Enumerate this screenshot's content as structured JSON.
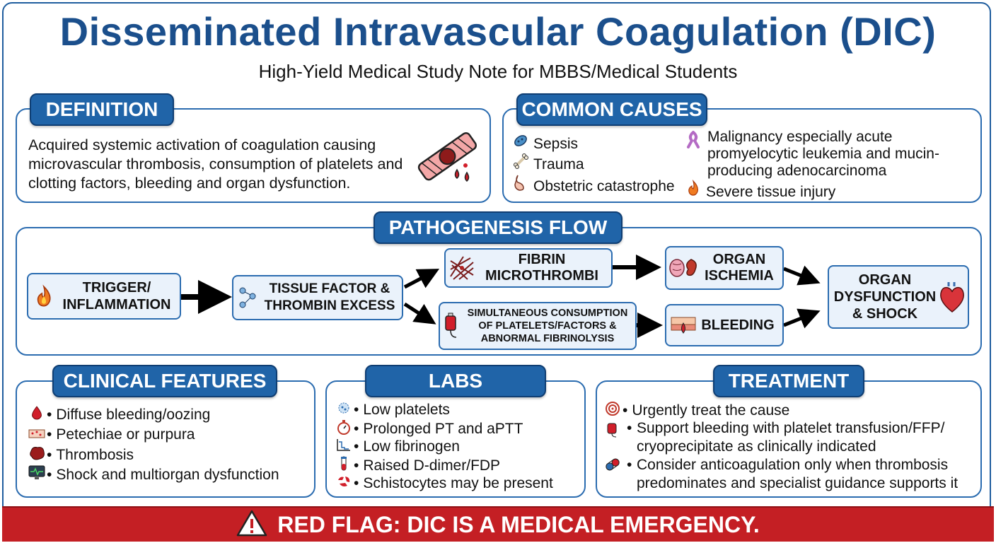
{
  "header": {
    "title": "Disseminated Intravascular Coagulation (DIC)",
    "subtitle": "High-Yield Medical Study Note for MBBS/Medical Students"
  },
  "definition": {
    "heading": "DEFINITION",
    "text": "Acquired systemic activation of coagulation causing microvascular thrombosis, consumption of platelets and clotting factors, bleeding and organ dysfunction.",
    "icon": "blood-vessel-clot-icon"
  },
  "causes": {
    "heading": "COMMON CAUSES",
    "left": [
      {
        "label": "Sepsis",
        "icon": "bacteria-icon"
      },
      {
        "label": "Trauma",
        "icon": "bone-icon"
      },
      {
        "label": "Obstetric catastrophe",
        "icon": "pregnancy-icon"
      }
    ],
    "right": [
      {
        "label": "Malignancy especially acute promyelocytic leukemia and mucin-producing adenocarcinoma",
        "icon": "cancer-ribbon-icon"
      },
      {
        "label": "Severe tissue injury",
        "icon": "fire-icon"
      }
    ]
  },
  "pathogenesis": {
    "heading": "PATHOGENESIS FLOW",
    "steps": {
      "trigger": "TRIGGER/ INFLAMMATION",
      "tissue_factor": "TISSUE FACTOR & THROMBIN EXCESS",
      "fibrin": "FIBRIN MICROTHROMBI",
      "consumption": "SIMULTANEOUS CONSUMPTION OF PLATELETS/FACTORS & ABNORMAL FIBRINOLYSIS",
      "ischemia": "ORGAN ISCHEMIA",
      "bleeding": "BLEEDING",
      "dysfunction": "ORGAN DYSFUNCTION & SHOCK"
    }
  },
  "clinical": {
    "heading": "CLINICAL FEATURES",
    "items": [
      {
        "label": "Diffuse bleeding/oozing",
        "icon": "blood-drop-icon"
      },
      {
        "label": "Petechiae or purpura",
        "icon": "skin-rash-icon"
      },
      {
        "label": "Thrombosis",
        "icon": "clot-icon"
      },
      {
        "label": "Shock and multiorgan dysfunction",
        "icon": "monitor-icon"
      }
    ]
  },
  "labs": {
    "heading": "LABS",
    "items": [
      {
        "label": "Low platelets",
        "icon": "platelet-icon"
      },
      {
        "label": "Prolonged PT and aPTT",
        "icon": "stopwatch-icon"
      },
      {
        "label": "Low fibrinogen",
        "icon": "graph-icon"
      },
      {
        "label": "Raised D-dimer/FDP",
        "icon": "test-tube-icon"
      },
      {
        "label": "Schistocytes may be present",
        "icon": "red-cell-icon"
      }
    ]
  },
  "treatment": {
    "heading": "TREATMENT",
    "items": [
      {
        "label": "Urgently treat the cause",
        "icon": "target-icon"
      },
      {
        "label": "Support bleeding with platelet transfusion/FFP/ cryoprecipitate as clinically indicated",
        "icon": "blood-bag-icon"
      },
      {
        "label": "Consider anticoagulation only when thrombosis predominates and specialist guidance supports it",
        "icon": "pill-icon"
      }
    ]
  },
  "banner": {
    "text": "RED FLAG: DIC IS A MEDICAL EMERGENCY.",
    "icon": "warning-icon"
  }
}
